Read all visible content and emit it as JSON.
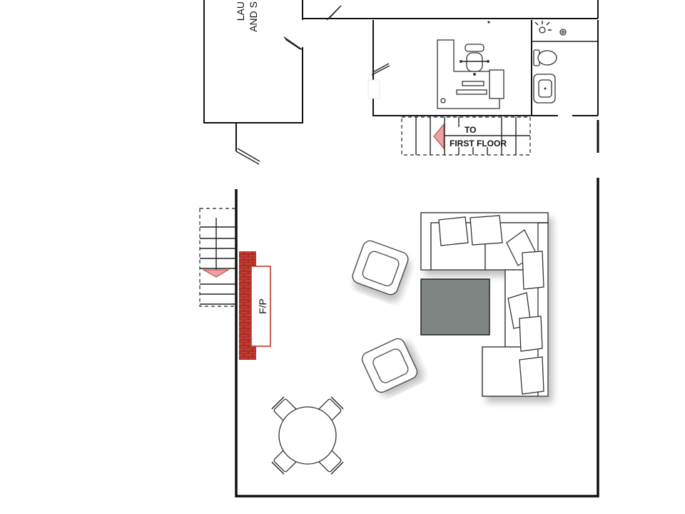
{
  "labels": {
    "laundry_line1": "LAU",
    "laundry_line2": "AND S",
    "stairs_line1": "TO",
    "stairs_line2": "FIRST FLOOR",
    "fireplace": "F/P"
  },
  "colors": {
    "wall": "#111111",
    "brick": "#c0392b",
    "arrow": "#e8a3a8",
    "coffee_table": "#7f8583"
  }
}
